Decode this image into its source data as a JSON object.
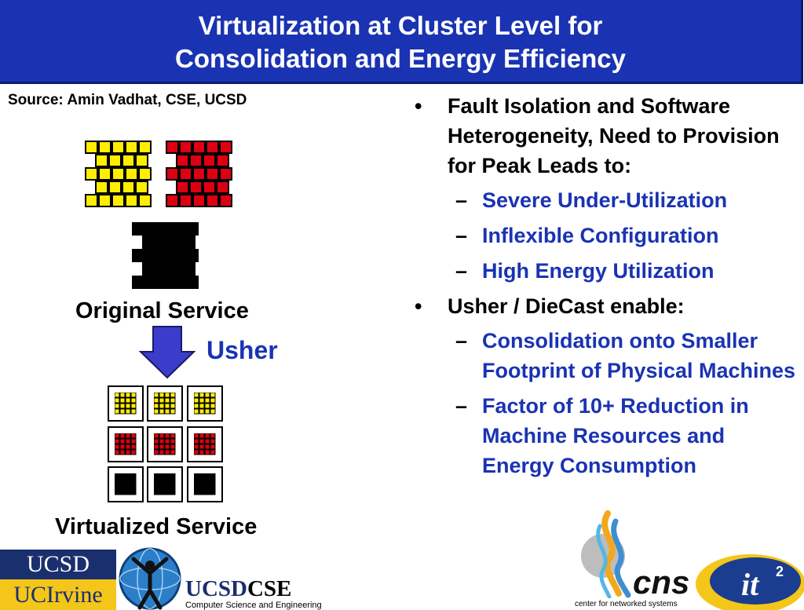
{
  "slide": {
    "title_line1": "Virtualization at Cluster Level for",
    "title_line2": "Consolidation and Energy Efficiency",
    "source": "Source: Amin Vadhat, CSE, UCSD"
  },
  "diagram": {
    "original_label": "Original Service",
    "arrow_label": "Usher",
    "virtualized_label": "Virtualized Service",
    "colors": {
      "yellow": "#ffee00",
      "red": "#dd0011",
      "black": "#000000",
      "arrow": "#3c3ccc"
    }
  },
  "bullets": [
    {
      "text": "Fault Isolation and Software Heterogeneity, Need to Provision for Peak Leads to:",
      "subs": [
        "Severe Under-Utilization",
        "Inflexible Configuration",
        "High Energy Utilization"
      ]
    },
    {
      "text": "Usher / DieCast enable:",
      "subs": [
        "Consolidation onto Smaller Footprint of Physical Machines",
        "Factor of 10+ Reduction in Machine Resources and Energy Consumption"
      ]
    }
  ],
  "markers": {
    "bullet": "•",
    "dash": "–"
  },
  "logos": {
    "ucsd": "UCSD",
    "uci": "UCIrvine",
    "cse_a": "UCSD",
    "cse_b": "CSE",
    "cse_sub": "Computer Science and Engineering",
    "cns": "cns",
    "cns_sub": "center for networked systems",
    "it2": "it",
    "it2_sup": "2"
  }
}
